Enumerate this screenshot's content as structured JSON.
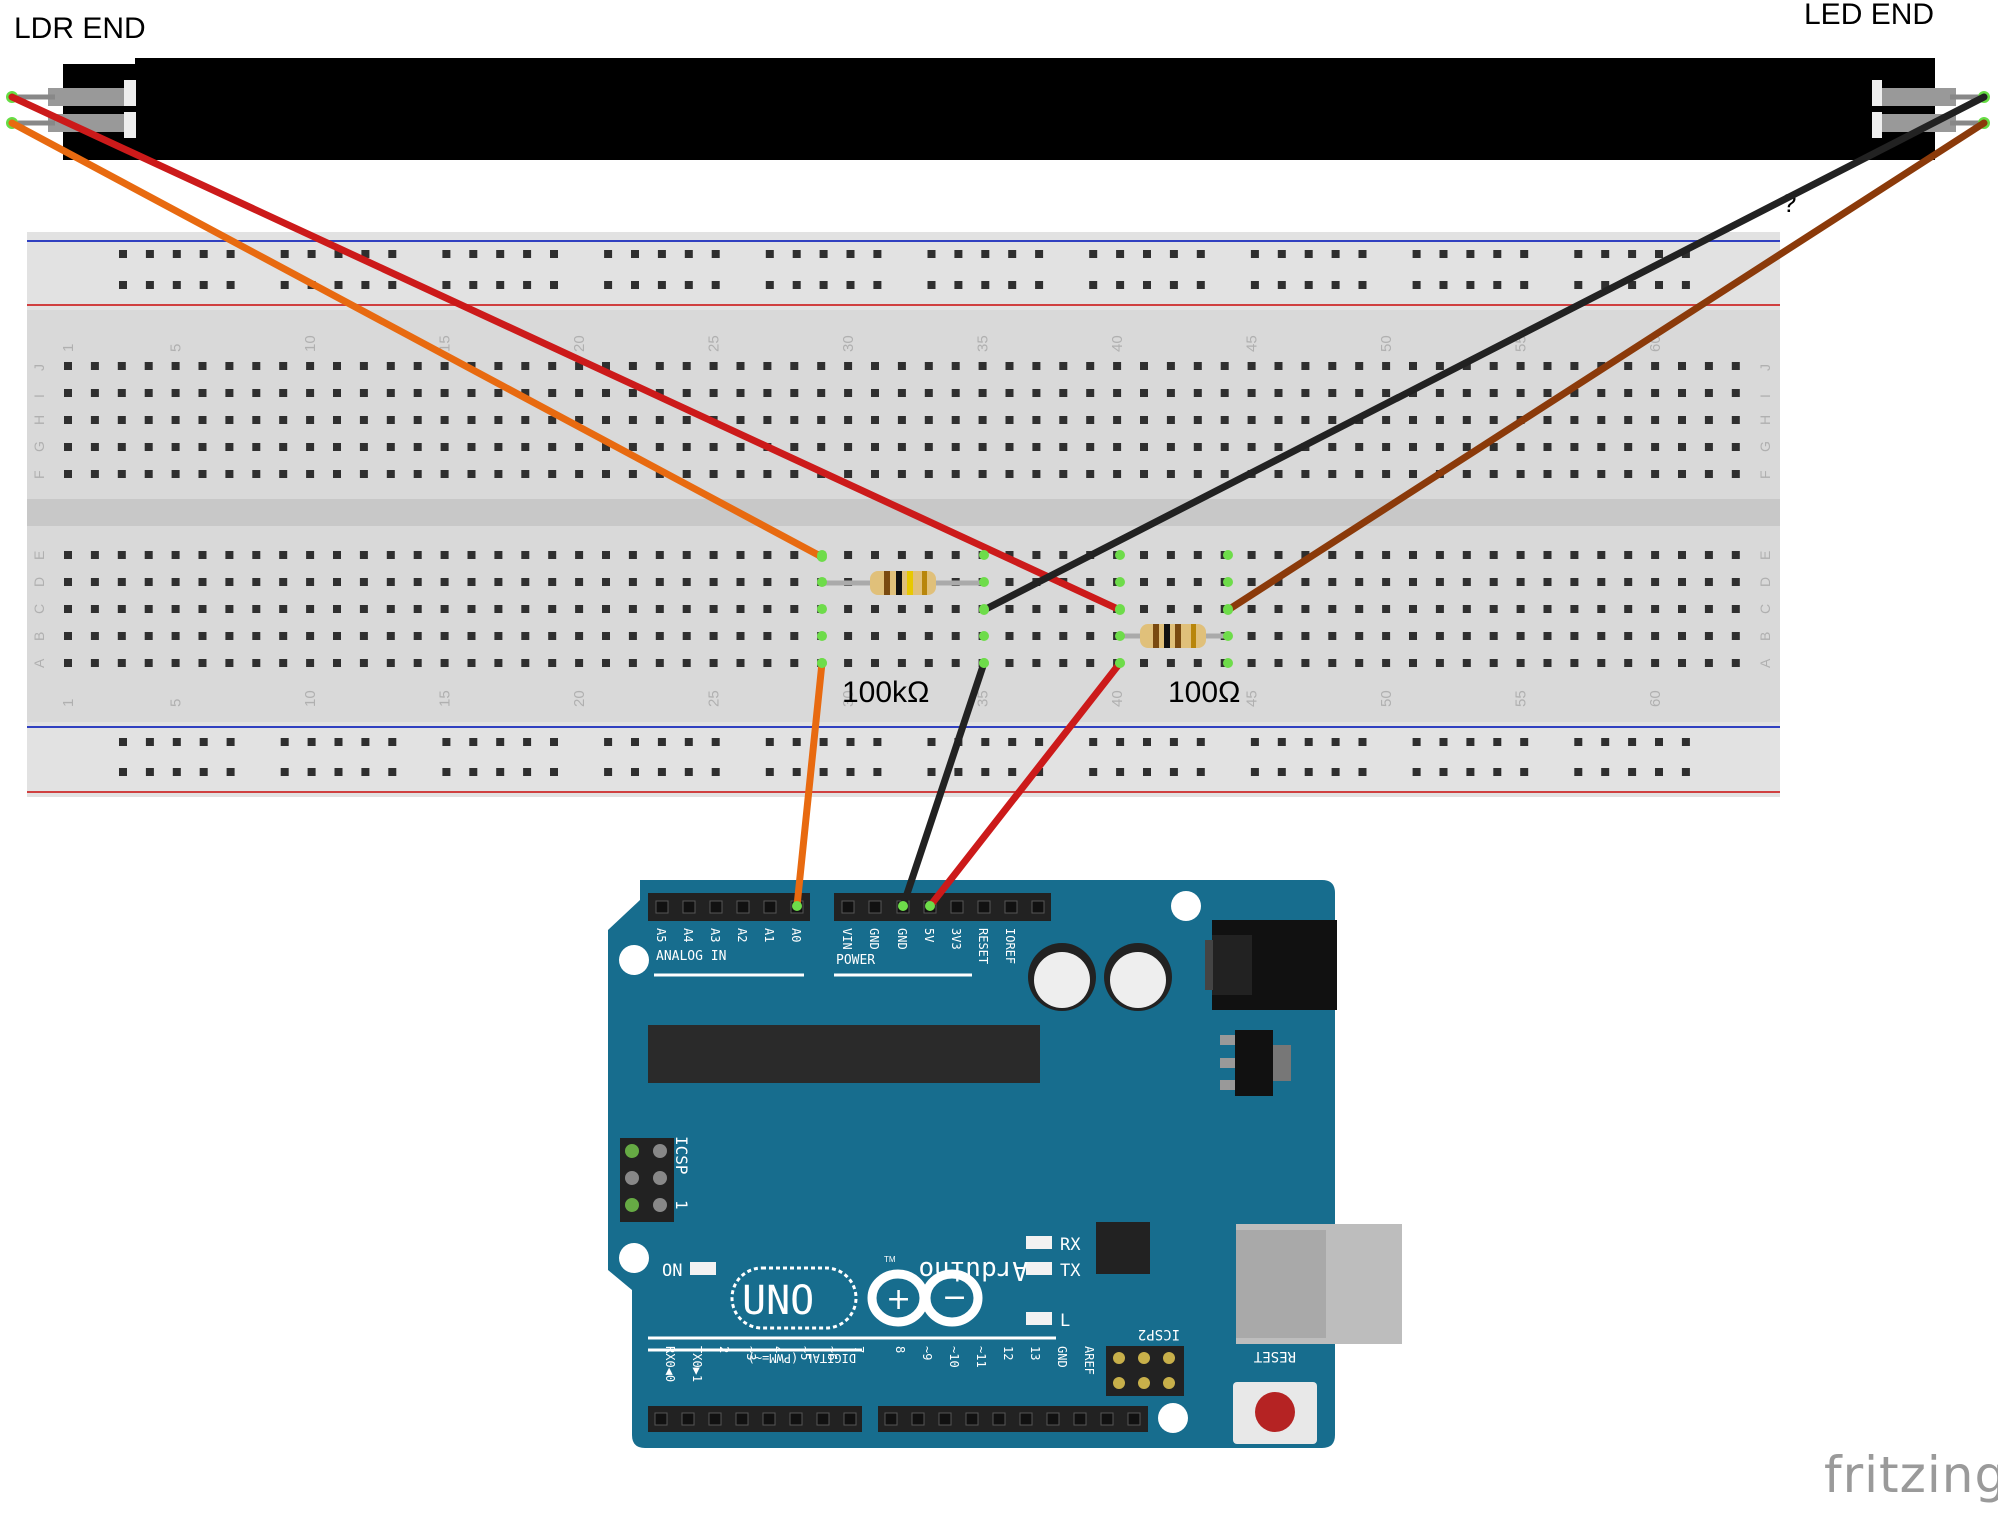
{
  "labels": {
    "ldr_end": "LDR END",
    "led_end": "LED END",
    "res_100k": "100kΩ",
    "res_100": "100Ω",
    "brand": "fritzing",
    "tube_mark": "?"
  },
  "breadboard": {
    "top_numbers": [
      "1",
      "5",
      "10",
      "15",
      "20",
      "25",
      "30",
      "35",
      "40",
      "45",
      "50",
      "55",
      "60"
    ],
    "bottom_numbers": [
      "1",
      "5",
      "10",
      "15",
      "20",
      "25",
      "30",
      "35",
      "40",
      "45",
      "50",
      "55",
      "60"
    ],
    "rows_upper": [
      "J",
      "I",
      "H",
      "G",
      "F"
    ],
    "rows_lower": [
      "E",
      "D",
      "C",
      "B",
      "A"
    ]
  },
  "arduino": {
    "analog_pins": [
      "A5",
      "A4",
      "A3",
      "A2",
      "A1",
      "A0"
    ],
    "analog_header": "ANALOG IN",
    "power_pins": [
      "VIN",
      "GND",
      "GND",
      "5V",
      "3V3",
      "RESET",
      "IOREF"
    ],
    "power_header": "POWER",
    "icsp": "ICSP",
    "icsp_one": "1",
    "icsp2": "ICSP2",
    "on": "ON",
    "rx": "RX",
    "tx": "TX",
    "l": "L",
    "brand": "Arduino",
    "tm": "TM",
    "model": "UNO",
    "digital_header": "DIGITAL (PWM=~)",
    "digital_pins": [
      "RX0◀0",
      "TX0▶1",
      "2",
      "~3",
      "4",
      "~5",
      "~6",
      "7",
      "8",
      "~9",
      "~10",
      "~11",
      "12",
      "13",
      "GND",
      "AREF"
    ],
    "reset": "RESET"
  },
  "colors": {
    "arduino_board": "#176d8e",
    "breadboard": "#d9d9d9",
    "wire_orange": "#e86a10",
    "wire_red": "#cc1a1a",
    "wire_black": "#222222",
    "wire_brown": "#8b3a0a",
    "rail_red": "#d04040",
    "rail_blue": "#3040c0"
  }
}
